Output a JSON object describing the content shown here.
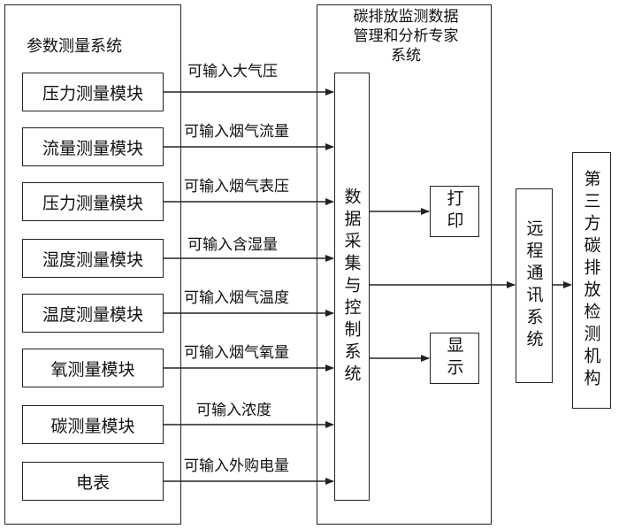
{
  "left_group": {
    "title": "参数测量系统",
    "modules": [
      "压力测量模块",
      "流量测量模块",
      "压力测量模块",
      "湿度测量模块",
      "温度测量模块",
      "氧测量模块",
      "碳测量模块",
      "电表"
    ]
  },
  "inputs": [
    "可输入大气压",
    "可输入烟气流量",
    "可输入烟气表压",
    "可输入含湿量",
    "可输入烟气温度",
    "可输入烟气氧量",
    "可输入浓度",
    "可输入外购电量"
  ],
  "expert_system": {
    "title_line1": "碳排放监测数据",
    "title_line2": "管理和分析专家",
    "title_line3": "系统",
    "daq": "数据采集与控制系统",
    "print": "打印",
    "display": "显示"
  },
  "remote": "远程通讯系统",
  "third_party": "第三方碳排放检测机构"
}
